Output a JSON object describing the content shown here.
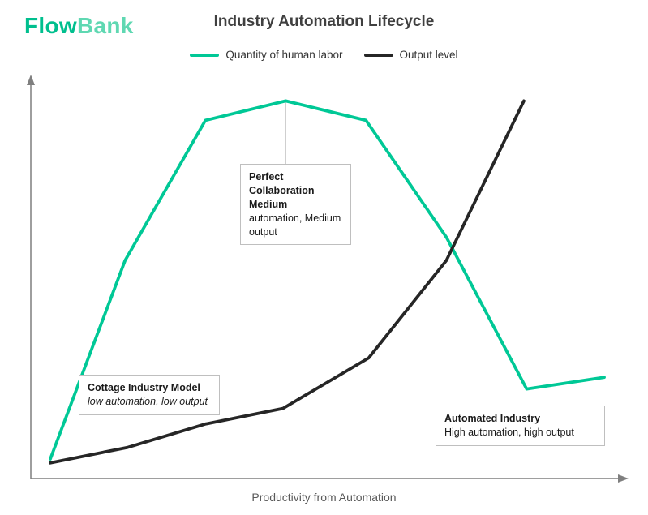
{
  "header": {
    "logo": {
      "flow": "Flow",
      "bank": "Bank"
    },
    "title": "Industry Automation Lifecycle"
  },
  "legend": [
    {
      "label": "Quantity of human labor",
      "color": "#00c896"
    },
    {
      "label": "Output level",
      "color": "#262626"
    }
  ],
  "annotations": [
    {
      "bold": "Perfect Collaboration Medium",
      "rest": "automation, Medium output"
    },
    {
      "bold": "Cottage Industry Model",
      "rest": "low automation, low output"
    },
    {
      "bold": "Automated Industry",
      "rest": "High automation, high output"
    }
  ],
  "chart_data": {
    "type": "line",
    "title": "Industry Automation Lifecycle",
    "xlabel": "Productivity from Automation",
    "ylabel": "",
    "xlim": [
      0,
      10
    ],
    "ylim": [
      0,
      100
    ],
    "grid": false,
    "legend_position": "top",
    "axis_color": "#7f7f7f",
    "series": [
      {
        "name": "Quantity of human labor",
        "color": "#00c896",
        "x": [
          0,
          1.35,
          2.8,
          4.25,
          5.7,
          7.15,
          8.6,
          10
        ],
        "y": [
          5,
          56,
          92,
          97,
          92,
          62,
          23,
          26
        ]
      },
      {
        "name": "Output level",
        "color": "#262626",
        "x": [
          0,
          1.4,
          2.8,
          4.2,
          5.75,
          7.15,
          8.55
        ],
        "y": [
          4,
          8,
          14,
          18,
          31,
          56,
          97
        ]
      }
    ],
    "annotations": [
      {
        "title": "Perfect Collaboration",
        "body": "Medium automation, Medium output",
        "attached_to": "peak of human labor curve"
      },
      {
        "title": "Cottage Industry Model",
        "body": "low automation, low output"
      },
      {
        "title": "Automated Industry",
        "body": "High automation, high output"
      }
    ]
  }
}
